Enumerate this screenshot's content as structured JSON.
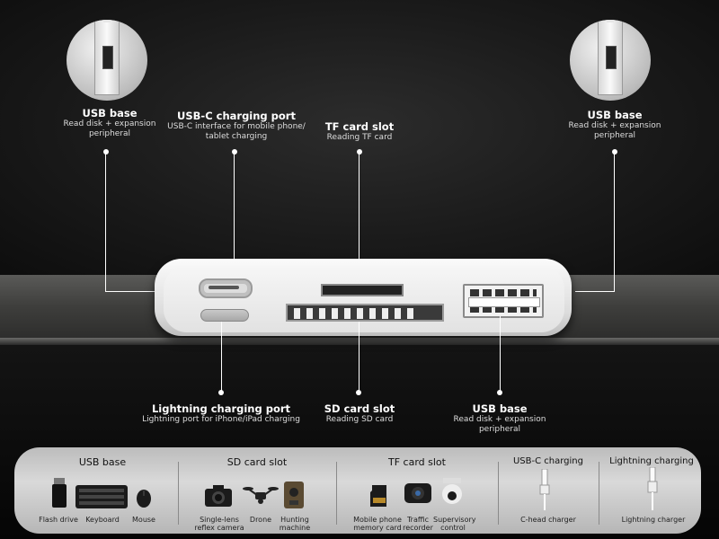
{
  "callouts": {
    "usb_base_left": {
      "title": "USB base",
      "desc": "Read disk + expansion peripheral"
    },
    "usb_c_port": {
      "title": "USB-C charging port",
      "desc": "USB-C interface for mobile phone/ tablet charging"
    },
    "tf_slot": {
      "title": "TF card slot",
      "desc": "Reading TF card"
    },
    "usb_base_right": {
      "title": "USB base",
      "desc": "Read disk + expansion peripheral"
    },
    "lightning_port": {
      "title": "Lightning charging port",
      "desc": "Lightning port for iPhone/iPad charging"
    },
    "sd_slot": {
      "title": "SD card slot",
      "desc": "Reading SD card"
    },
    "usb_base_bottom": {
      "title": "USB base",
      "desc": "Read disk + expansion peripheral"
    }
  },
  "panel": {
    "usb": {
      "title": "USB base",
      "items": [
        "Flash drive",
        "Keyboard",
        "Mouse"
      ]
    },
    "sd": {
      "title": "SD card slot",
      "items": [
        "Single-lens reflex camera",
        "Drone",
        "Hunting machine"
      ]
    },
    "tf": {
      "title": "TF card slot",
      "items": [
        "Mobile phone memory card",
        "Traffic recorder",
        "Supervisory control"
      ]
    },
    "usbc": {
      "title": "USB-C charging",
      "items": [
        "C-head charger"
      ]
    },
    "lightning": {
      "title": "Lightning charging",
      "items": [
        "Lightning charger"
      ]
    }
  },
  "icons": {
    "flash_drive": "flash-drive-icon",
    "keyboard": "keyboard-icon",
    "mouse": "mouse-icon",
    "camera": "camera-icon",
    "drone": "drone-icon",
    "hunting": "trail-camera-icon",
    "memory_card": "memory-card-icon",
    "dashcam": "dashcam-icon",
    "cctv": "security-camera-icon",
    "usbc_cable": "usb-c-cable-icon",
    "lightning_cable": "lightning-cable-icon"
  }
}
